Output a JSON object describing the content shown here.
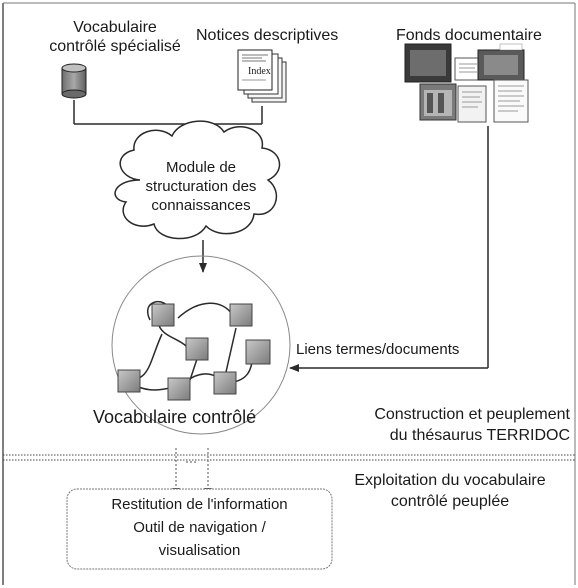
{
  "sources": {
    "vocab_title_line1": "Vocabulaire",
    "vocab_title_line2": "contrôlé spécialisé",
    "notices_title": "Notices descriptives",
    "notices_doc_text": "Index",
    "fonds_title": "Fonds documentaire"
  },
  "module": {
    "line1": "Module de",
    "line2": "structuration des",
    "line3": "connaissances"
  },
  "links_label": "Liens termes/documents",
  "vocab_circle_label": "Vocabulaire contrôlé",
  "construction": {
    "line1": "Construction et peuplement",
    "line2": "du thésaurus TERRIDOC"
  },
  "exploitation": {
    "line1": "Exploitation du vocabulaire",
    "line2": "contrôlé peuplée"
  },
  "restitution": {
    "line1": "Restitution de l'information",
    "line2": "Outil de navigation /",
    "line3": "visualisation"
  },
  "colors": {
    "line": "#2a2a2a",
    "node_fill": "#9a9a9a",
    "db_fill": "#8a8a8a",
    "frame": "#555555"
  }
}
